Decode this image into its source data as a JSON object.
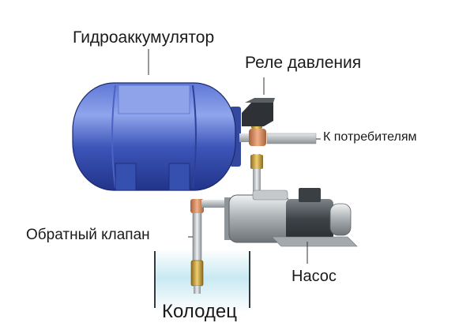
{
  "labels": {
    "accumulator": "Гидроаккумулятор",
    "pressure_relay": "Реле давления",
    "to_consumers": "К потребителям",
    "check_valve": "Обратный клапан",
    "pump": "Насос",
    "well": "Колодец"
  },
  "colors": {
    "tank_blue": "#3c55b8",
    "tank_highlight": "#8fa5ec",
    "pipe_gray": "#c8cccf",
    "pump_gray": "#9aa0a4",
    "motor_dark": "#4a4f54",
    "brass": "#c8a040",
    "copper": "#d08a5a",
    "water": "#bfe4ef"
  }
}
